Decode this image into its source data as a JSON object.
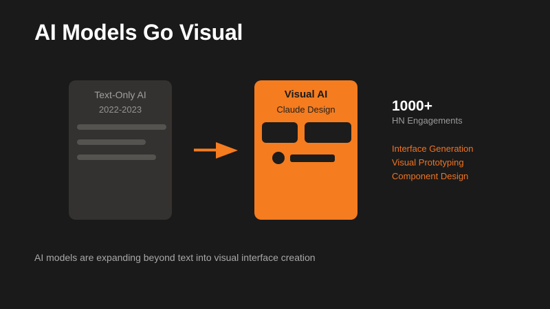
{
  "slide": {
    "background_color": "#1a1a1a",
    "accent_color": "#f57c1f",
    "title": "AI Models Go Visual",
    "caption": "AI models are expanding beyond text into visual interface creation"
  },
  "left_card": {
    "title": "Text-Only AI",
    "subtitle": "2022-2023",
    "background_color": "#343230",
    "skeleton_color": "#55534f",
    "skeleton_bars": [
      {
        "name": "skeleton-line-1",
        "width": 130
      },
      {
        "name": "skeleton-line-2",
        "width": 100
      },
      {
        "name": "skeleton-line-3",
        "width": 115
      }
    ]
  },
  "arrow": {
    "name": "transition-arrow",
    "direction": "right",
    "color": "#f57c1f"
  },
  "right_card": {
    "title": "Visual AI",
    "subtitle": "Claude Design",
    "background_color": "#f57c1f",
    "element_color": "#1c1c1c",
    "blocks": [
      {
        "name": "ui-block-left",
        "width": 52
      },
      {
        "name": "ui-block-right",
        "width": 68
      }
    ],
    "row": {
      "avatar_name": "ui-avatar-dot",
      "bar_name": "ui-text-bar"
    }
  },
  "stats": {
    "number": "1000+",
    "label": "HN Engagements",
    "features": [
      "Interface Generation",
      "Visual Prototyping",
      "Component Design"
    ]
  }
}
